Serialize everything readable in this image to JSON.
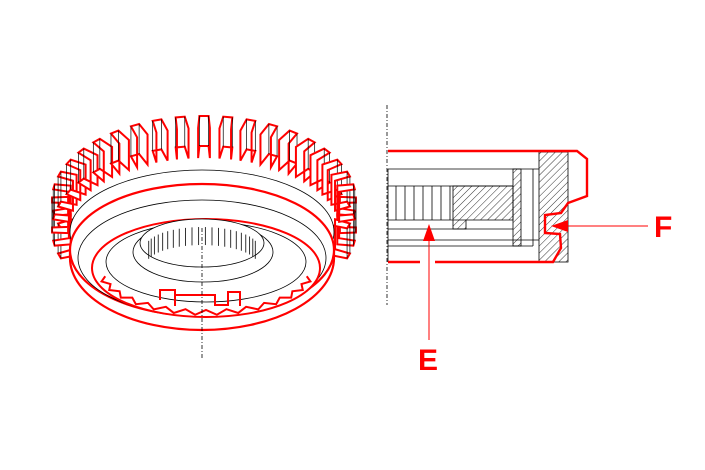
{
  "labels": {
    "e": "E",
    "f": "F"
  },
  "colors": {
    "highlight": "#ff0000",
    "line": "#000000"
  },
  "gear": {
    "tooth_count": 40
  }
}
